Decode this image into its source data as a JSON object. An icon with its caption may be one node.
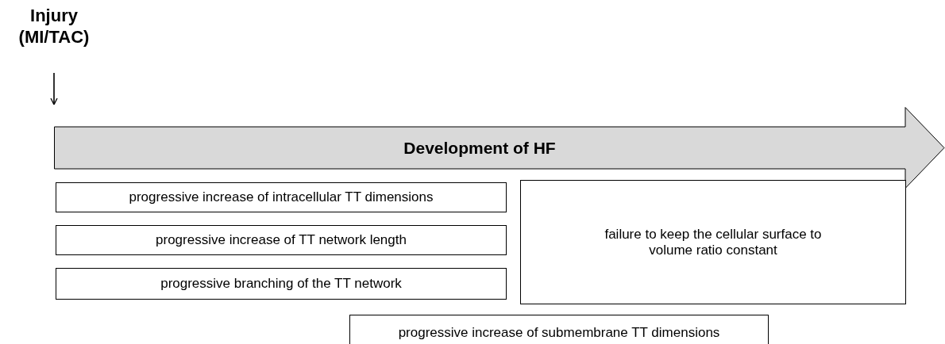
{
  "diagram": {
    "nodes": [
      {
        "text": [
          "Injury (MI/TAC)"
        ]
      },
      {
        "text": [
          "Development of HF"
        ]
      },
      {
        "text": [
          "progressive increase of intracellular TT dimensions"
        ]
      },
      {
        "text": [
          "progressive increase of TT network length"
        ]
      },
      {
        "text": [
          "progressive branching of the TT network"
        ]
      },
      {
        "text": [
          "failure to keep the cellular surface to volume ratio constant"
        ]
      },
      {
        "text": [
          "progressive increase of submembrane TT dimensions"
        ]
      }
    ],
    "edges": [
      {
        "from": 0,
        "to": 1,
        "arrow": "to"
      }
    ]
  }
}
